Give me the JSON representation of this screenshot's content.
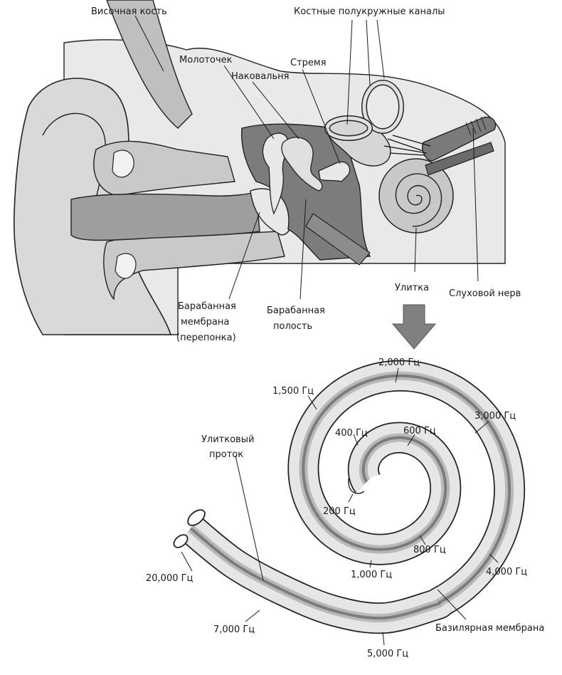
{
  "ear_labels": {
    "temporal_bone": "Височная кость",
    "semicircular_canals": "Костные полукружные каналы",
    "malleus": "Молоточек",
    "incus": "Наковальня",
    "stapes": "Стремя",
    "eardrum_line1": "Барабанная",
    "eardrum_line2": "мембрана",
    "eardrum_line3": "(перепонка)",
    "tympanic_cavity_line1": "Барабанная",
    "tympanic_cavity_line2": "полость",
    "cochlea": "Улитка",
    "auditory_nerve": "Слуховой нерв"
  },
  "cochlea_labels": {
    "cochlear_duct_line1": "Улитковый",
    "cochlear_duct_line2": "проток",
    "basilar_membrane": "Базилярная мембрана"
  },
  "frequencies": {
    "f200": "200 Гц",
    "f400": "400 Гц",
    "f600": "600 Гц",
    "f800": "800 Гц",
    "f1000": "1,000 Гц",
    "f1500": "1,500 Гц",
    "f2000": "2,000 Гц",
    "f3000": "3,000 Гц",
    "f4000": "4,000 Гц",
    "f5000": "5,000 Гц",
    "f7000": "7,000 Гц",
    "f20000": "20,000 Гц"
  },
  "colors": {
    "outline": "#1f1f1f",
    "light_gray": "#e6e6e6",
    "mid_gray": "#b9b9b9",
    "dark_gray": "#7c7c7c",
    "arrow_gray": "#808080"
  }
}
